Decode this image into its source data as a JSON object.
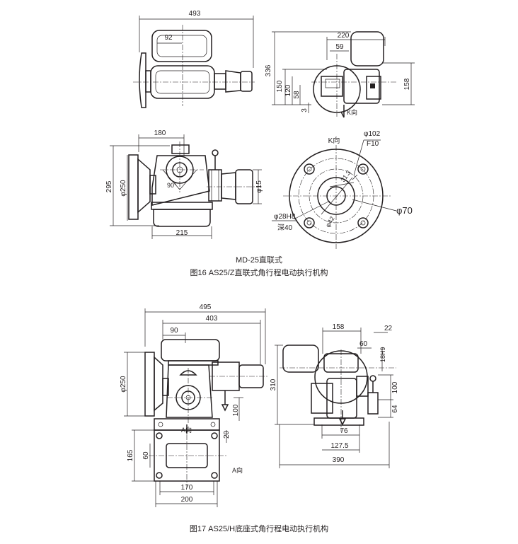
{
  "figure16": {
    "model": "MD-25直联式",
    "caption": "图16  AS25/Z直联式角行程电动执行机构",
    "top_view": {
      "d_493": "493",
      "d_92": "92"
    },
    "side_view": {
      "d_220": "220",
      "d_59": "59",
      "d_336": "336",
      "d_150": "150",
      "d_120": "120",
      "d_58": "58",
      "d_3": "3",
      "d_158": "158",
      "view_k": "K向"
    },
    "front_view": {
      "d_180": "180",
      "d_295": "295",
      "d_250": "φ250",
      "d_90": "90°",
      "d_15": "φ15",
      "d_215": "215"
    },
    "flange_view": {
      "title": "K向",
      "d_102": "φ102",
      "f10": "F10",
      "d_31": "31.3",
      "d_70": "φ70",
      "d_42": "φ42",
      "d_28h8": "φ28H8",
      "deep_40": "深40"
    }
  },
  "figure17": {
    "caption": "图17  AS25/H底座式角行程电动执行机构",
    "front_view": {
      "d_495": "495",
      "d_403": "403",
      "d_90": "90",
      "d_250": "φ250",
      "d_100": "100",
      "d_165": "165",
      "d_60": "60",
      "d_20": "20",
      "d_170": "170",
      "d_200": "200",
      "view_a": "A向",
      "view_a2": "A向"
    },
    "side_view": {
      "d_158": "158",
      "d_22": "22",
      "d_60": "60",
      "d_18h9": "18H9",
      "d_310": "310",
      "d_100": "100",
      "d_64": "64",
      "d_76": "76",
      "d_127_5": "127.5",
      "d_390": "390"
    }
  }
}
